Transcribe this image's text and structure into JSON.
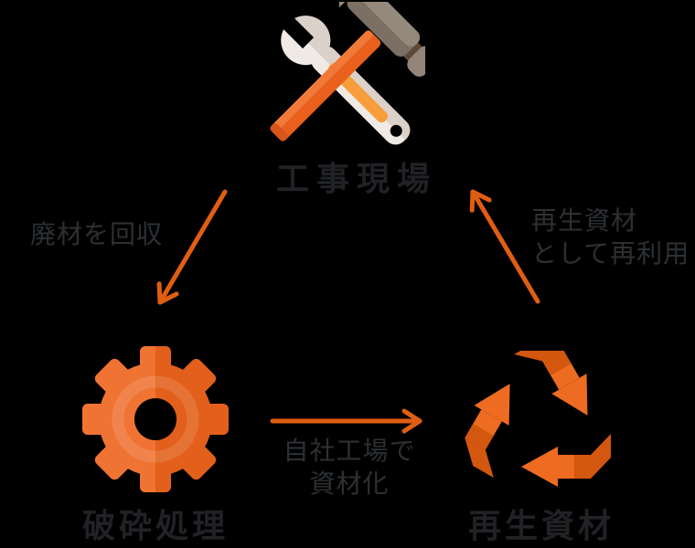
{
  "theme": {
    "background": "#000000",
    "accent_orange": "#ED6C21",
    "accent_orange_dark": "#D4570F",
    "gear_light": "#EF7434",
    "gear_dark": "#E2601B",
    "arrow_color": "#E05E12",
    "cream": "#F0EAE4",
    "cream_shadow": "#DCD1C9",
    "stripe_orange": "#F59E3B",
    "hammer_gray": "#95897E",
    "hammer_gray_dark": "#7C7065",
    "hammer_brown": "#5E4839",
    "hammer_face": "#94857A",
    "handle_orange": "#E8601C",
    "handle_orange_light": "#F0793A",
    "handle_orange_dark": "#D9541A",
    "text_strong": "#202225",
    "text_label": "#2D3033"
  },
  "nodes": {
    "site": {
      "label": "工事現場",
      "icon": "tools-icon"
    },
    "crush": {
      "label": "破砕処理",
      "icon": "gear-icon"
    },
    "material": {
      "label": "再生資材",
      "icon": "recycle-icon"
    }
  },
  "edges": {
    "collect": {
      "label": "廃材を回収",
      "from": "工事現場",
      "to": "破砕処理"
    },
    "process": {
      "label_line1": "自社工場で",
      "label_line2": "資材化",
      "from": "破砕処理",
      "to": "再生資材"
    },
    "reuse": {
      "label_line1": "再生資材",
      "label_line2": "として再利用",
      "from": "再生資材",
      "to": "工事現場"
    }
  }
}
